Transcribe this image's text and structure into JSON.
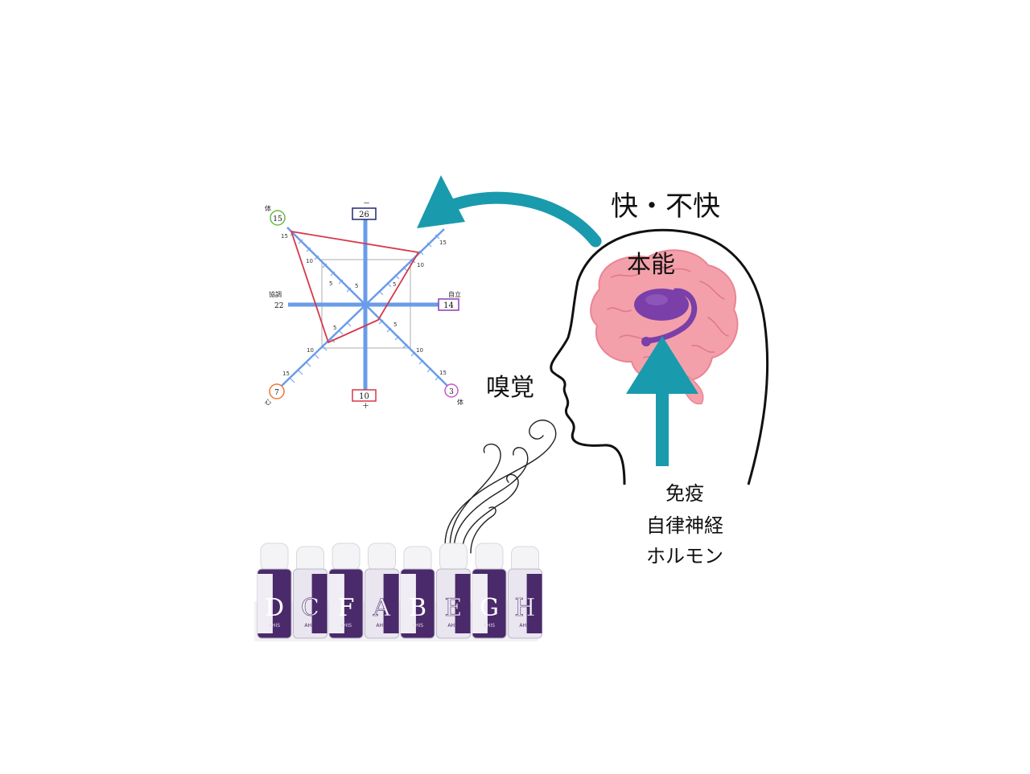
{
  "colors": {
    "teal_arrow": "#1a9aad",
    "brain_pink": "#f4a0ab",
    "limbic_purple": "#7a3fa8",
    "radar_axis": "#6a9ce8",
    "radar_polygon": "#d6394a",
    "bottle_label": "#4a2a6a"
  },
  "labels": {
    "pleasure": "快・不快",
    "instinct": "本能",
    "smell": "嗅覚",
    "body_effects": [
      "免疫",
      "自律神経",
      "ホルモン"
    ]
  },
  "chart_data": {
    "type": "radar",
    "axes": [
      {
        "label": "－",
        "score": 26,
        "box_color": "#1f2a6a"
      },
      {
        "label": "自立",
        "score": 14,
        "box_color": "#8a3fb0"
      },
      {
        "label": "体",
        "score": 3,
        "box_color": "#cc55cc"
      },
      {
        "label": "＋",
        "score": 10,
        "box_color": "#d6394a"
      },
      {
        "label": "心",
        "score": 7,
        "box_color": "#ee7733"
      },
      {
        "label": "協調",
        "score": 22,
        "box_color": ""
      },
      {
        "label": "体",
        "score": 15,
        "box_color": "#66bb44"
      }
    ],
    "tick_labels": [
      "5",
      "10",
      "15"
    ],
    "polygon_color": "#d6394a"
  },
  "bottles": {
    "letters": [
      "D",
      "C",
      "F",
      "A",
      "B",
      "E",
      "G",
      "H"
    ],
    "brand": "AHIS"
  }
}
